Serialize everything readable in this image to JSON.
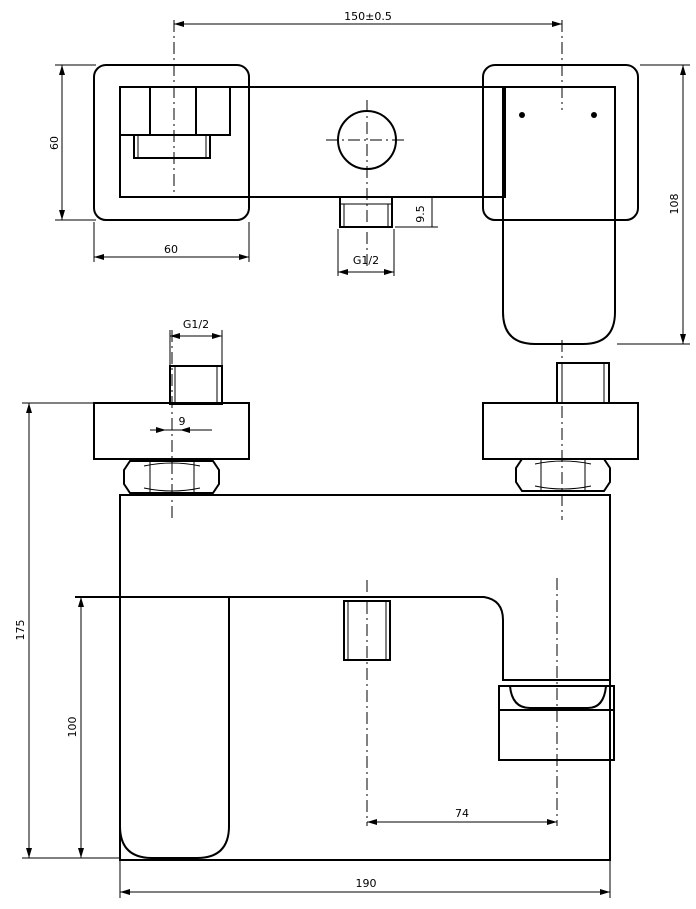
{
  "dimensions": {
    "top_width": "150±0.5",
    "top_height_left": "60",
    "top_width_left": "60",
    "top_outlet_thread": "G1/2",
    "top_outlet_height": "9.5",
    "top_total_depth": "108",
    "front_inlet_thread": "G1/2",
    "front_inlet_offset": "9",
    "front_total_height": "175",
    "front_spout_height": "100",
    "front_outlet_offset": "74",
    "front_total_width": "190"
  }
}
